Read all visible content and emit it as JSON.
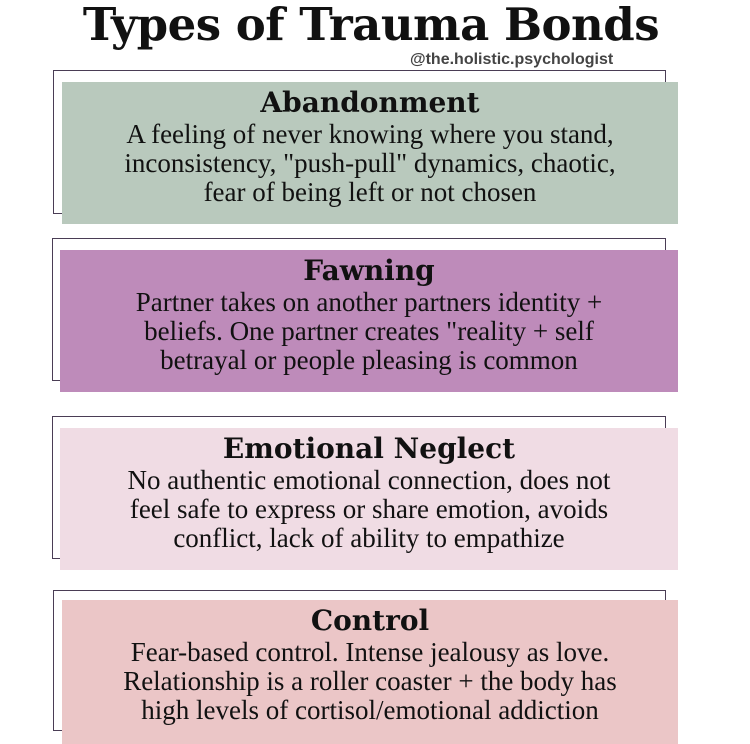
{
  "header": {
    "title": "Types of Trauma Bonds",
    "handle": "@the.holistic.psychologist"
  },
  "colors": {
    "abandonment": "#b9c9bd",
    "fawning": "#be8bba",
    "emotional_neglect": "#f0dce4",
    "control": "#ebc6c7"
  },
  "cards": [
    {
      "title": "Abandonment",
      "lines": [
        "A feeling of never knowing where you stand,",
        "inconsistency, \"push-pull\" dynamics, chaotic,",
        "fear of being left or not chosen"
      ]
    },
    {
      "title": "Fawning",
      "lines": [
        "Partner takes on another partners identity +",
        "beliefs. One partner creates \"reality + self",
        "betrayal or people pleasing is common"
      ]
    },
    {
      "title": "Emotional Neglect",
      "lines": [
        "No authentic emotional connection, does not",
        "feel safe to express or share emotion, avoids",
        "conflict, lack of ability to empathize"
      ]
    },
    {
      "title": "Control",
      "lines": [
        "Fear-based control. Intense jealousy as love.",
        "Relationship is a roller coaster + the body has",
        "high levels of cortisol/emotional addiction"
      ]
    }
  ]
}
